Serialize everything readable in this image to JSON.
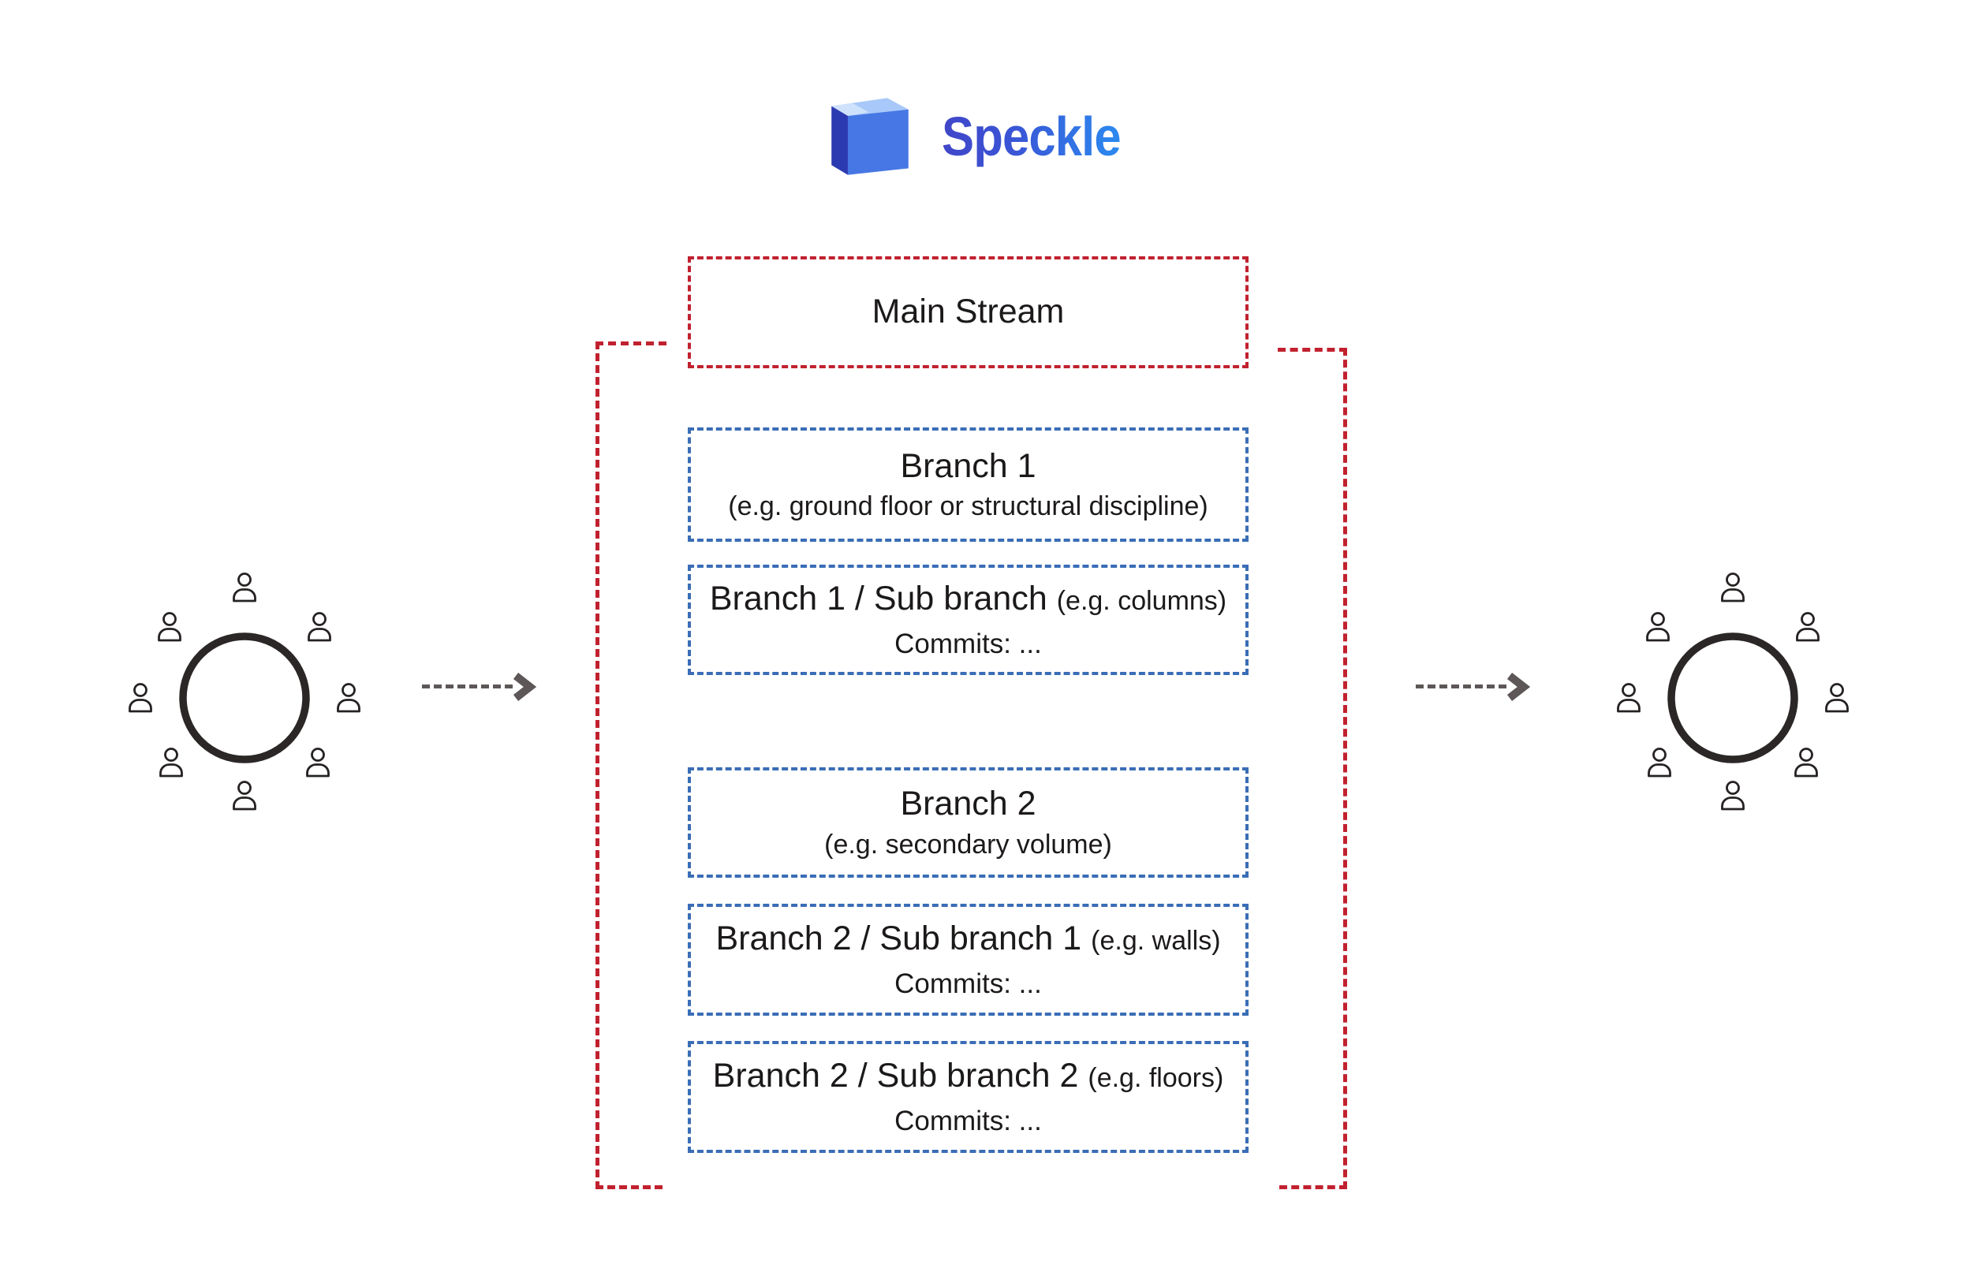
{
  "brand": {
    "name": "Speckle"
  },
  "stream": {
    "label": "Main Stream"
  },
  "boxes": [
    {
      "title": "Branch 1",
      "subtitle": "(e.g. ground floor or structural discipline)"
    },
    {
      "title": "Branch 1 / Sub branch",
      "note": "(e.g. columns)",
      "commits": "Commits: ..."
    },
    {
      "title": "Branch 2",
      "subtitle": "(e.g. secondary volume)"
    },
    {
      "title": "Branch 2 / Sub branch 1",
      "note": "(e.g. walls)",
      "commits": "Commits: ..."
    },
    {
      "title": "Branch 2 / Sub branch 2",
      "note": "(e.g. floors)",
      "commits": "Commits: ..."
    }
  ],
  "icons": {
    "cube": "speckle-cube-icon",
    "person": "person-icon",
    "team_circle": "team-circle-icon",
    "arrow": "dashed-arrow-icon"
  },
  "colors": {
    "stream_red": "#c1212f",
    "branch_blue": "#3a6db6",
    "arrow_gray": "#5d5757",
    "text": "#1c1919",
    "brand_gradient_start": "#4046c8",
    "brand_gradient_end": "#2b8af0",
    "cube_front": "#4677e4",
    "cube_top": "#a7c8f8",
    "cube_side": "#2c3ab1"
  }
}
